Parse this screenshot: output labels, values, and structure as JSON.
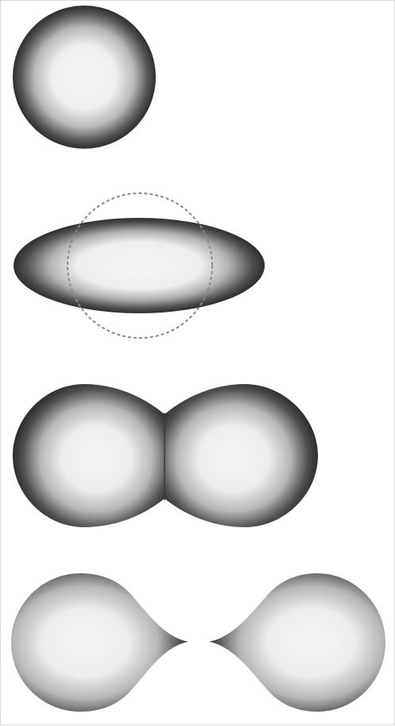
{
  "figure": {
    "description_visible_text": "",
    "stages": [
      {
        "id": "sphere",
        "shape": "sphere"
      },
      {
        "id": "elongated",
        "shape": "prolate ellipsoid with dashed reference circle"
      },
      {
        "id": "dumbbell",
        "shape": "two joined lobes with narrow neck"
      },
      {
        "id": "scission",
        "shape": "two separated teardrop fragments"
      }
    ],
    "colors": {
      "highlight": "#f4f4f4",
      "mid": "#c8c8c8",
      "rim": "#2f2f2f",
      "dashed_circle": "#8a8a8a",
      "frame": "#d9d9d9"
    }
  }
}
